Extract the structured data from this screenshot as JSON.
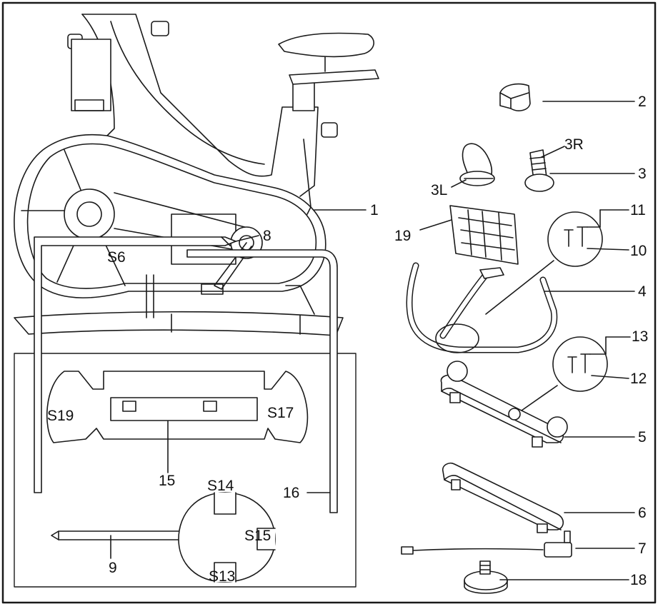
{
  "labels": {
    "p1": "1",
    "p2": "2",
    "p3": "3",
    "p3r": "3R",
    "p3l": "3L",
    "p4": "4",
    "p5": "5",
    "p6": "6",
    "p7": "7",
    "p8": "8",
    "p9": "9",
    "p10": "10",
    "p11": "11",
    "p12": "12",
    "p13": "13",
    "p15": "15",
    "p16": "16",
    "p18": "18",
    "p19": "19",
    "s6": "S6",
    "s13": "S13",
    "s14": "S14",
    "s15": "S15",
    "s17": "S17",
    "s19": "S19"
  }
}
